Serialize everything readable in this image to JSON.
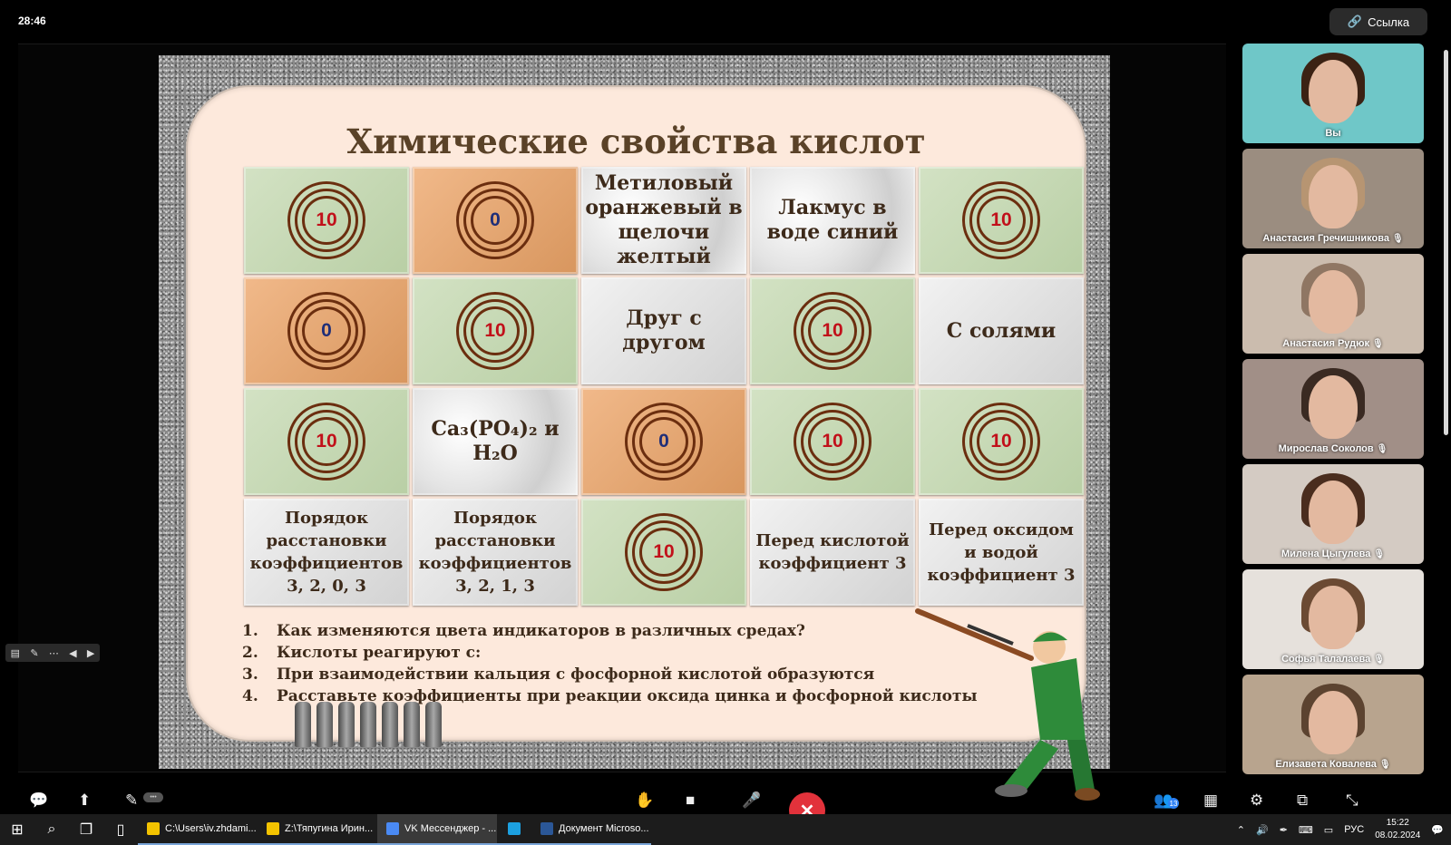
{
  "call": {
    "timer": "28:46",
    "link_label": "Ссылка"
  },
  "slide": {
    "title": "Химические свойства кислот",
    "cells": [
      {
        "kind": "target",
        "score": "10",
        "bg": "green"
      },
      {
        "kind": "target",
        "score": "0",
        "bg": "orange"
      },
      {
        "kind": "text",
        "text": "Метиловый оранжевый в щелочи желтый",
        "bg": "marble",
        "size": "t22"
      },
      {
        "kind": "text",
        "text": "Лакмус в воде синий",
        "bg": "marble",
        "size": "t22"
      },
      {
        "kind": "target",
        "score": "10",
        "bg": "green"
      },
      {
        "kind": "target",
        "score": "0",
        "bg": "orange"
      },
      {
        "kind": "target",
        "score": "10",
        "bg": "green"
      },
      {
        "kind": "text",
        "text": "Друг с другом",
        "bg": "grey",
        "size": "t22"
      },
      {
        "kind": "target",
        "score": "10",
        "bg": "green"
      },
      {
        "kind": "text",
        "text": "С солями",
        "bg": "grey",
        "size": "t22"
      },
      {
        "kind": "target",
        "score": "10",
        "bg": "green"
      },
      {
        "kind": "text",
        "text": "Ca₃(PO₄)₂ и H₂O",
        "bg": "marble",
        "size": "t22"
      },
      {
        "kind": "target",
        "score": "0",
        "bg": "orange"
      },
      {
        "kind": "target",
        "score": "10",
        "bg": "green"
      },
      {
        "kind": "target",
        "score": "10",
        "bg": "green"
      },
      {
        "kind": "text",
        "text": "Порядок расстановки коэффициентов 3, 2, 0, 3",
        "bg": "grey",
        "size": "t18"
      },
      {
        "kind": "text",
        "text": "Порядок расстановки коэффициентов 3, 2, 1, 3",
        "bg": "grey",
        "size": "t18"
      },
      {
        "kind": "target",
        "score": "10",
        "bg": "green"
      },
      {
        "kind": "text",
        "text": "Перед кислотой коэффициент 3",
        "bg": "grey",
        "size": "t18"
      },
      {
        "kind": "text",
        "text": "Перед оксидом и водой коэффициент 3",
        "bg": "grey",
        "size": "t18"
      }
    ],
    "questions": [
      {
        "num": "1.",
        "text": "Как изменяются цвета индикаторов в различных средах?"
      },
      {
        "num": "2.",
        "text": "Кислоты реагируют с:"
      },
      {
        "num": "3.",
        "text": "При взаимодействии кальция с фосфорной кислотой образуются"
      },
      {
        "num": "4.",
        "text": "Расставьте коэффициенты при реакции оксида цинка и фосфорной кислоты"
      }
    ],
    "bullet_count": 7,
    "colors": {
      "score_ten": "#c1101a",
      "score_zero": "#1f2e78",
      "green": "#c4d8b2",
      "orange": "#e4a56f"
    }
  },
  "participants": [
    {
      "name": "Вы",
      "muted": false,
      "bg": "#6fc7c8",
      "hair": "#3b2214"
    },
    {
      "name": "Анастасия Гречишникова",
      "muted": true,
      "bg": "#9b8d80",
      "hair": "#b79572"
    },
    {
      "name": "Анастасия Рудюк",
      "muted": true,
      "bg": "#cbbcae",
      "hair": "#8f7663"
    },
    {
      "name": "Мирослав Соколов",
      "muted": true,
      "bg": "#a18f87",
      "hair": "#3a2a22"
    },
    {
      "name": "Милена Цыгулева",
      "muted": true,
      "bg": "#d4cbc3",
      "hair": "#4a2d1e"
    },
    {
      "name": "Софья Талалаева",
      "muted": true,
      "bg": "#e6e1dc",
      "hair": "#6b4a33"
    },
    {
      "name": "Елизавета Ковалева",
      "muted": true,
      "bg": "#b8a48e",
      "hair": "#5c4330"
    }
  ],
  "controls": {
    "participants_count": "13",
    "pen_hint": "•••"
  },
  "taskbar": {
    "apps": [
      {
        "label": "C:\\Users\\iv.zhdami...",
        "color": "#f3c300",
        "active": false
      },
      {
        "label": "Z:\\Тяпугина Ирин...",
        "color": "#f3c300",
        "active": false
      },
      {
        "label": "VK Мессенджер - ...",
        "color": "#4a8af4",
        "active": true
      },
      {
        "label": "",
        "color": "#1ca0e0",
        "active": false
      },
      {
        "label": "Документ Microso...",
        "color": "#2b5797",
        "active": false
      }
    ],
    "lang": "РУС",
    "time": "15:22",
    "date": "08.02.2024"
  }
}
